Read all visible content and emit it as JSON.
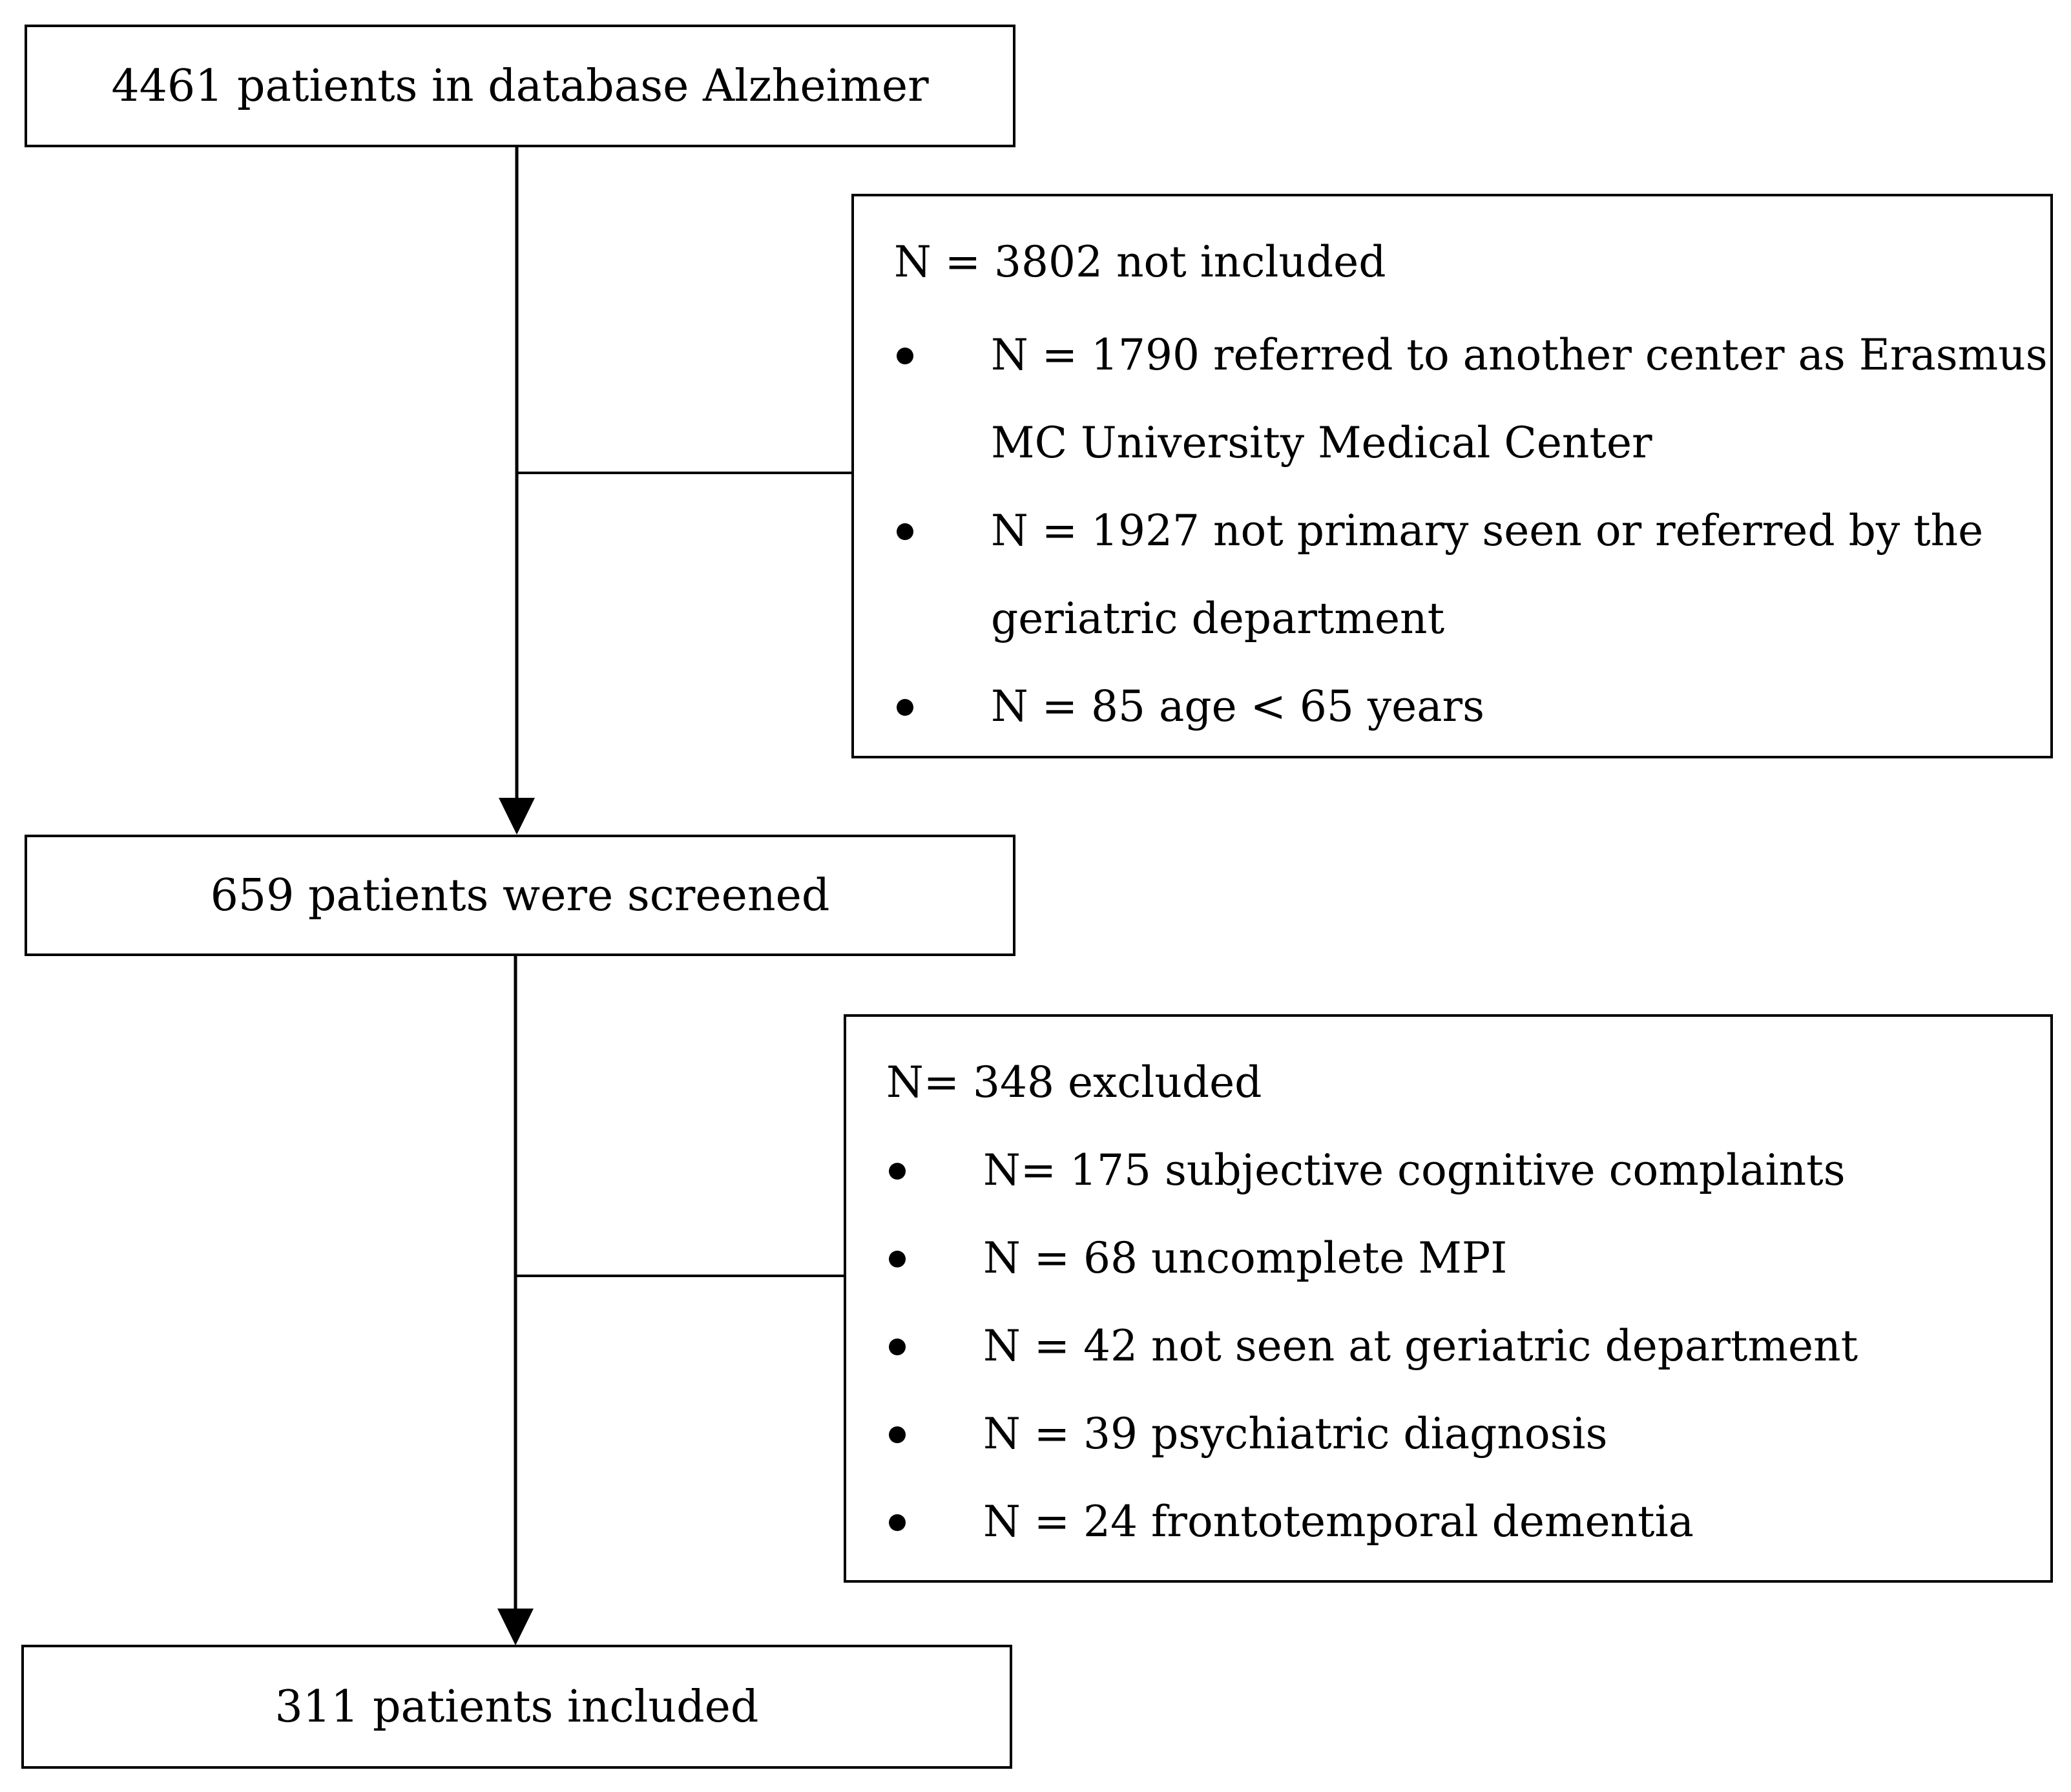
{
  "flowchart": {
    "step1": "4461 patients in database Alzheimer",
    "step2": "659 patients were screened",
    "step3": "311 patients included",
    "exclusion1": {
      "title": "N = 3802 not included",
      "items": [
        {
          "line1": "N = 1790 referred to another center as Erasmus",
          "line2": "MC University Medical Center"
        },
        {
          "line1": "N = 1927 not primary seen or referred by the",
          "line2": "geriatric department"
        },
        {
          "line1": "N = 85 age < 65 years"
        }
      ]
    },
    "exclusion2": {
      "title": "N= 348 excluded",
      "items": [
        "N= 175 subjective cognitive complaints",
        "N = 68 uncomplete MPI",
        "N = 42 not seen at geriatric department",
        "N = 39 psychiatric diagnosis",
        "N = 24 frontotemporal dementia"
      ]
    }
  }
}
